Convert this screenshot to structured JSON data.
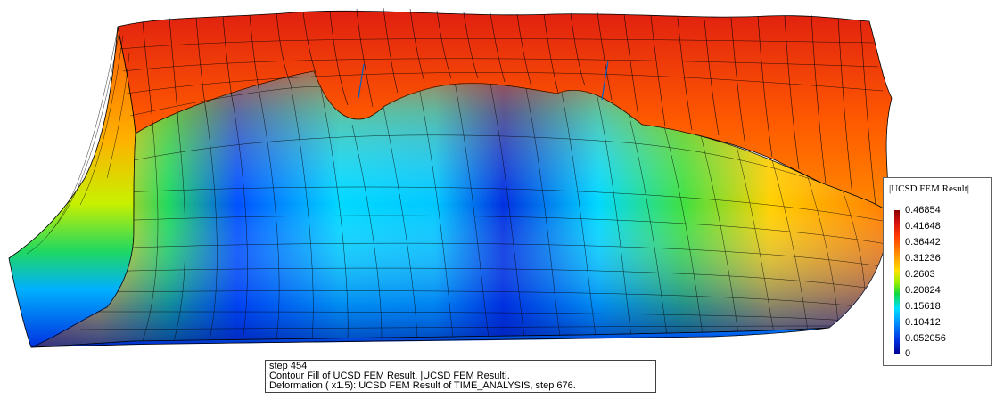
{
  "legend": {
    "title": "|UCSD FEM Result|",
    "labels": [
      "0.46854",
      "0.41648",
      "0.36442",
      "0.31236",
      "0.2603",
      "0.20824",
      "0.15618",
      "0.10412",
      "0.052056",
      "0"
    ]
  },
  "caption": {
    "line1": "step 454",
    "line2": "Contour Fill of UCSD FEM Result, |UCSD FEM Result|.",
    "line3": "Deformation ( x1.5): UCSD FEM Result of TIME_ANALYSIS, step 676."
  },
  "colors": {
    "max": "#8a0000",
    "high": "#ff3a00",
    "mid": "#ffe000",
    "low": "#00e0ff",
    "min": "#000090"
  }
}
